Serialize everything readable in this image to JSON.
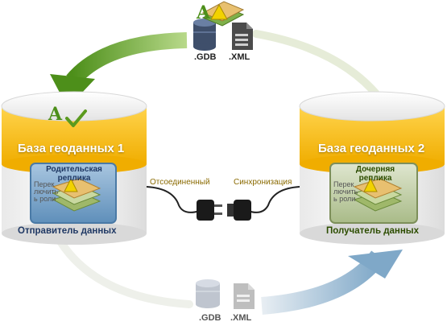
{
  "diagram": {
    "db_left": {
      "title": "База геоданных 1",
      "replica_title_line1": "Родительская",
      "replica_title_line2": "реплика",
      "replica_sub_line1": "Перек",
      "replica_sub_line2": "лючить",
      "replica_sub_line3": "ь роли",
      "role": "Отправитель данных",
      "badge_letter": "A"
    },
    "db_right": {
      "title": "База геоданных 2",
      "replica_title_line1": "Дочерняя",
      "replica_title_line2": "реплика",
      "replica_sub_line1": "Перек",
      "replica_sub_line2": "лючить",
      "replica_sub_line3": "ь роли",
      "role": "Получатель данных"
    },
    "connectors": {
      "left_label": "Отсоединенный",
      "right_label": "Синхронизация"
    },
    "top_package": {
      "gdb_label": ".GDB",
      "xml_label": ".XML",
      "badge_letter": "A"
    },
    "bottom_package": {
      "gdb_label": ".GDB",
      "xml_label": ".XML"
    },
    "colors": {
      "cylinder_gold": "#f2b400",
      "cylinder_gold_light": "#ffd24a",
      "arrow_green": "#5a9a1e",
      "arrow_blue": "#8fb3cf",
      "replica_left": "#6f9cc3",
      "replica_right": "#b7c79a"
    }
  }
}
